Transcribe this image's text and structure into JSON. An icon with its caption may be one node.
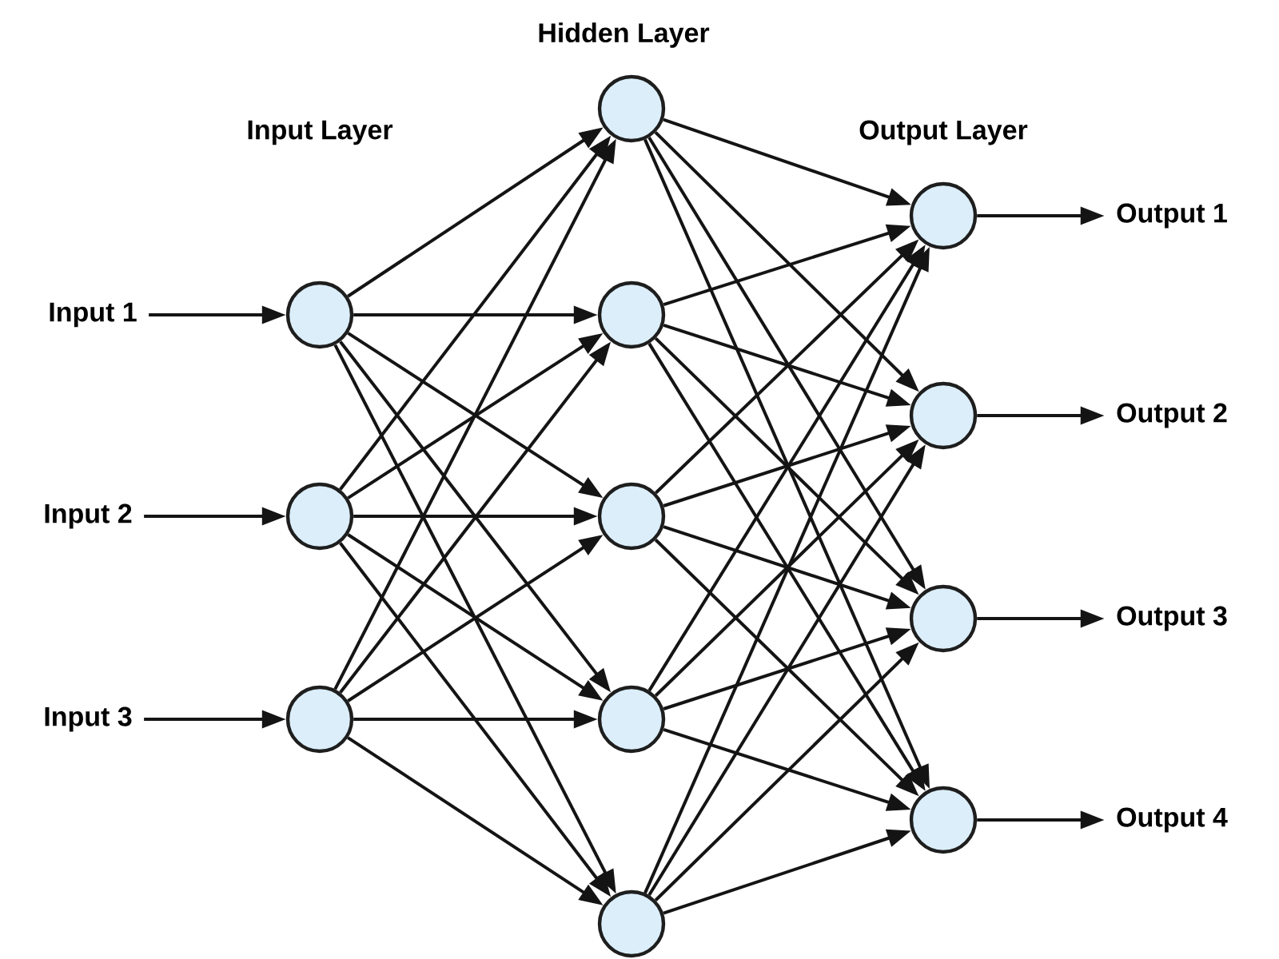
{
  "diagram": {
    "nodes": [
      {
        "text": [
          "Input 1"
        ]
      },
      {
        "text": [
          "Input 2"
        ]
      },
      {
        "text": [
          "Input 3"
        ]
      },
      {
        "text": [],
        "shape": "circle"
      },
      {
        "text": [],
        "shape": "circle"
      },
      {
        "text": [],
        "shape": "circle"
      },
      {
        "text": [],
        "shape": "circle"
      },
      {
        "text": [],
        "shape": "circle"
      },
      {
        "text": [],
        "shape": "circle"
      },
      {
        "text": [],
        "shape": "circle"
      },
      {
        "text": [],
        "shape": "circle"
      },
      {
        "text": [],
        "shape": "circle"
      },
      {
        "text": [],
        "shape": "circle"
      },
      {
        "text": [],
        "shape": "circle"
      },
      {
        "text": [],
        "shape": "circle"
      },
      {
        "text": [
          "Output 1"
        ]
      },
      {
        "text": [
          "Output 2"
        ]
      },
      {
        "text": [
          "Output 3"
        ]
      },
      {
        "text": [
          "Output 4"
        ]
      }
    ],
    "edges": [
      {
        "from": 0,
        "to": 3,
        "arrow": "to"
      },
      {
        "from": 1,
        "to": 4,
        "arrow": "to"
      },
      {
        "from": 2,
        "to": 5,
        "arrow": "to"
      },
      {
        "from": 3,
        "to": 6,
        "arrow": "to"
      },
      {
        "from": 3,
        "to": 7,
        "arrow": "to"
      },
      {
        "from": 3,
        "to": 8,
        "arrow": "to"
      },
      {
        "from": 3,
        "to": 9,
        "arrow": "to"
      },
      {
        "from": 3,
        "to": 10,
        "arrow": "to"
      },
      {
        "from": 4,
        "to": 6,
        "arrow": "to"
      },
      {
        "from": 4,
        "to": 7,
        "arrow": "to"
      },
      {
        "from": 4,
        "to": 8,
        "arrow": "to"
      },
      {
        "from": 4,
        "to": 9,
        "arrow": "to"
      },
      {
        "from": 4,
        "to": 10,
        "arrow": "to"
      },
      {
        "from": 5,
        "to": 6,
        "arrow": "to"
      },
      {
        "from": 5,
        "to": 7,
        "arrow": "to"
      },
      {
        "from": 5,
        "to": 8,
        "arrow": "to"
      },
      {
        "from": 5,
        "to": 9,
        "arrow": "to"
      },
      {
        "from": 5,
        "to": 10,
        "arrow": "to"
      },
      {
        "from": 6,
        "to": 11,
        "arrow": "to"
      },
      {
        "from": 6,
        "to": 12,
        "arrow": "to"
      },
      {
        "from": 6,
        "to": 13,
        "arrow": "to"
      },
      {
        "from": 6,
        "to": 14,
        "arrow": "to"
      },
      {
        "from": 7,
        "to": 11,
        "arrow": "to"
      },
      {
        "from": 7,
        "to": 12,
        "arrow": "to"
      },
      {
        "from": 7,
        "to": 13,
        "arrow": "to"
      },
      {
        "from": 7,
        "to": 14,
        "arrow": "to"
      },
      {
        "from": 8,
        "to": 11,
        "arrow": "to"
      },
      {
        "from": 8,
        "to": 12,
        "arrow": "to"
      },
      {
        "from": 8,
        "to": 13,
        "arrow": "to"
      },
      {
        "from": 8,
        "to": 14,
        "arrow": "to"
      },
      {
        "from": 9,
        "to": 11,
        "arrow": "to"
      },
      {
        "from": 9,
        "to": 12,
        "arrow": "to"
      },
      {
        "from": 9,
        "to": 13,
        "arrow": "to"
      },
      {
        "from": 9,
        "to": 14,
        "arrow": "to"
      },
      {
        "from": 10,
        "to": 11,
        "arrow": "to"
      },
      {
        "from": 10,
        "to": 12,
        "arrow": "to"
      },
      {
        "from": 10,
        "to": 13,
        "arrow": "to"
      },
      {
        "from": 10,
        "to": 14,
        "arrow": "to"
      },
      {
        "from": 11,
        "to": 15,
        "arrow": "to"
      },
      {
        "from": 12,
        "to": 16,
        "arrow": "to"
      },
      {
        "from": 13,
        "to": 17,
        "arrow": "to"
      },
      {
        "from": 14,
        "to": 18,
        "arrow": "to"
      }
    ],
    "labels": [
      "Hidden Layer",
      "Input Layer",
      "Output Layer"
    ]
  }
}
